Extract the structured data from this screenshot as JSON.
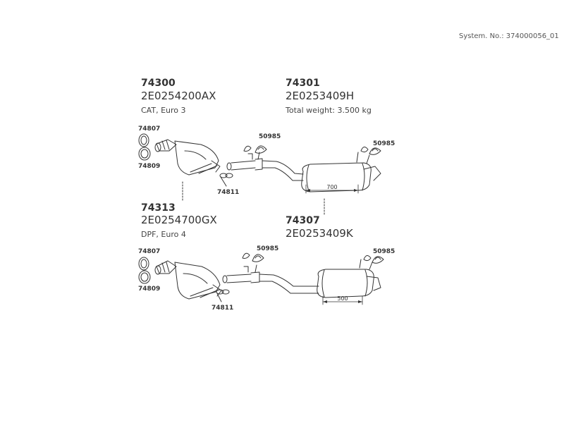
{
  "system_no": "System. No.: 374000056_01",
  "groups": [
    {
      "part": "74300",
      "code": "2E0254200AX",
      "desc": "CAT, Euro 3"
    },
    {
      "part": "74301",
      "code": "2E0253409H",
      "desc": "Total weight: 3.500 kg"
    },
    {
      "part": "74313",
      "code": "2E0254700GX",
      "desc": "DPF, Euro 4"
    },
    {
      "part": "74307",
      "code": "2E0253409K",
      "desc": ""
    }
  ],
  "callouts": {
    "gasket": "74807",
    "ring": "74809",
    "clamp": "74811",
    "hanger": "50985"
  },
  "dimensions": {
    "upper_muffler": "700",
    "lower_muffler": "500"
  }
}
